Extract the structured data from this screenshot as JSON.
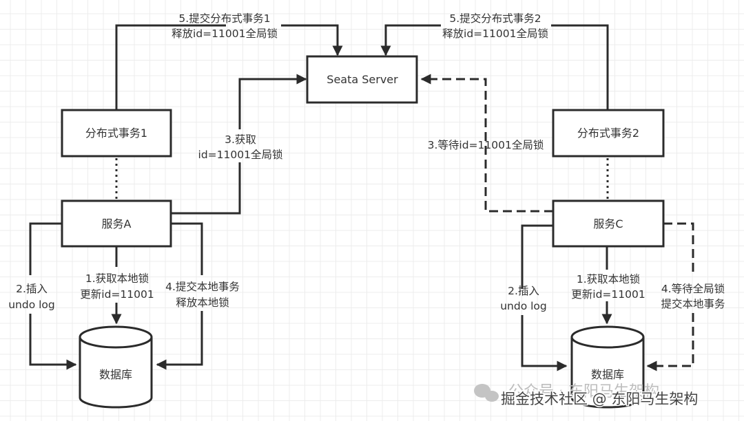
{
  "diagram": {
    "nodes": {
      "seata_server": "Seata Server",
      "tx1": "分布式事务1",
      "tx2": "分布式事务2",
      "service_a": "服务A",
      "service_c": "服务C",
      "db_left": "数据库",
      "db_right": "数据库"
    },
    "edges": {
      "tx1_commit": [
        "5.提交分布式事务1",
        "释放id=11001全局锁"
      ],
      "tx2_commit": [
        "5.提交分布式事务2",
        "释放id=11001全局锁"
      ],
      "a_acquire_global": [
        "3.获取",
        "id=11001全局锁"
      ],
      "c_wait_global": [
        "3.等待id=11001全局锁"
      ],
      "a_insert_undo": [
        "2.插入",
        "undo log"
      ],
      "a_local_lock": [
        "1.获取本地锁",
        "更新id=11001"
      ],
      "a_commit_local": [
        "4.提交本地事务",
        "释放本地锁"
      ],
      "c_insert_undo": [
        "2.插入",
        "undo log"
      ],
      "c_local_lock": [
        "1.获取本地锁",
        "更新id=11001"
      ],
      "c_wait_commit": [
        "4.等待全局锁",
        "提交本地事务"
      ]
    },
    "colors": {
      "stroke": "#2b2b2b",
      "text": "#333333",
      "grid": "#ececec"
    }
  },
  "watermark": {
    "faded": "公众号 · 东阳马生架构",
    "overlay": "掘金技术社区 @ 东阳马生架构"
  }
}
